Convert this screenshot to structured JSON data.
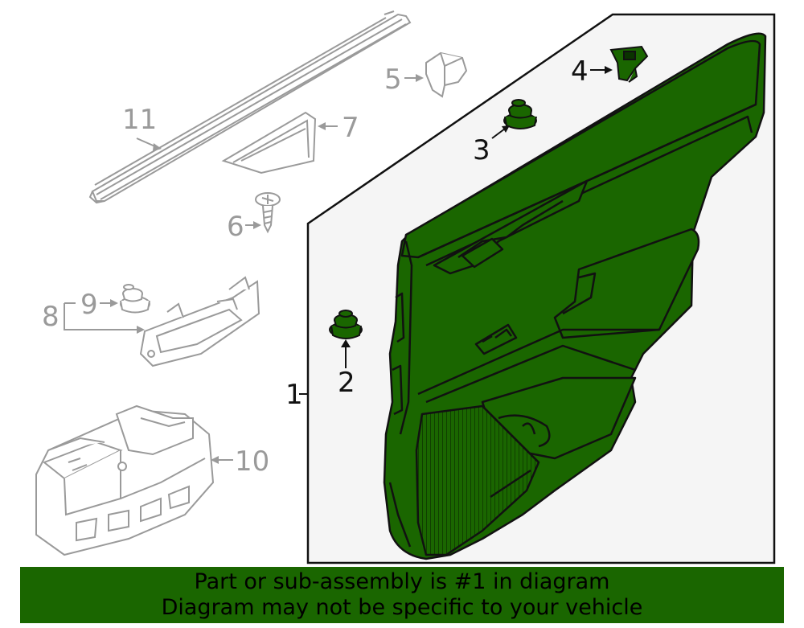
{
  "callouts": {
    "c1": "1",
    "c2": "2",
    "c3": "3",
    "c4": "4",
    "c5": "5",
    "c6": "6",
    "c7": "7",
    "c8": "8",
    "c9": "9",
    "c10": "10",
    "c11": "11"
  },
  "banner": {
    "line1": "Part or sub-assembly is #1 in diagram",
    "line2": "Diagram may not be specific to your vehicle"
  },
  "colors": {
    "highlight": "#1a6600",
    "line_dark": "#111111",
    "line_grey": "#9a9a9a",
    "panel_bg": "#f5f5f5"
  }
}
